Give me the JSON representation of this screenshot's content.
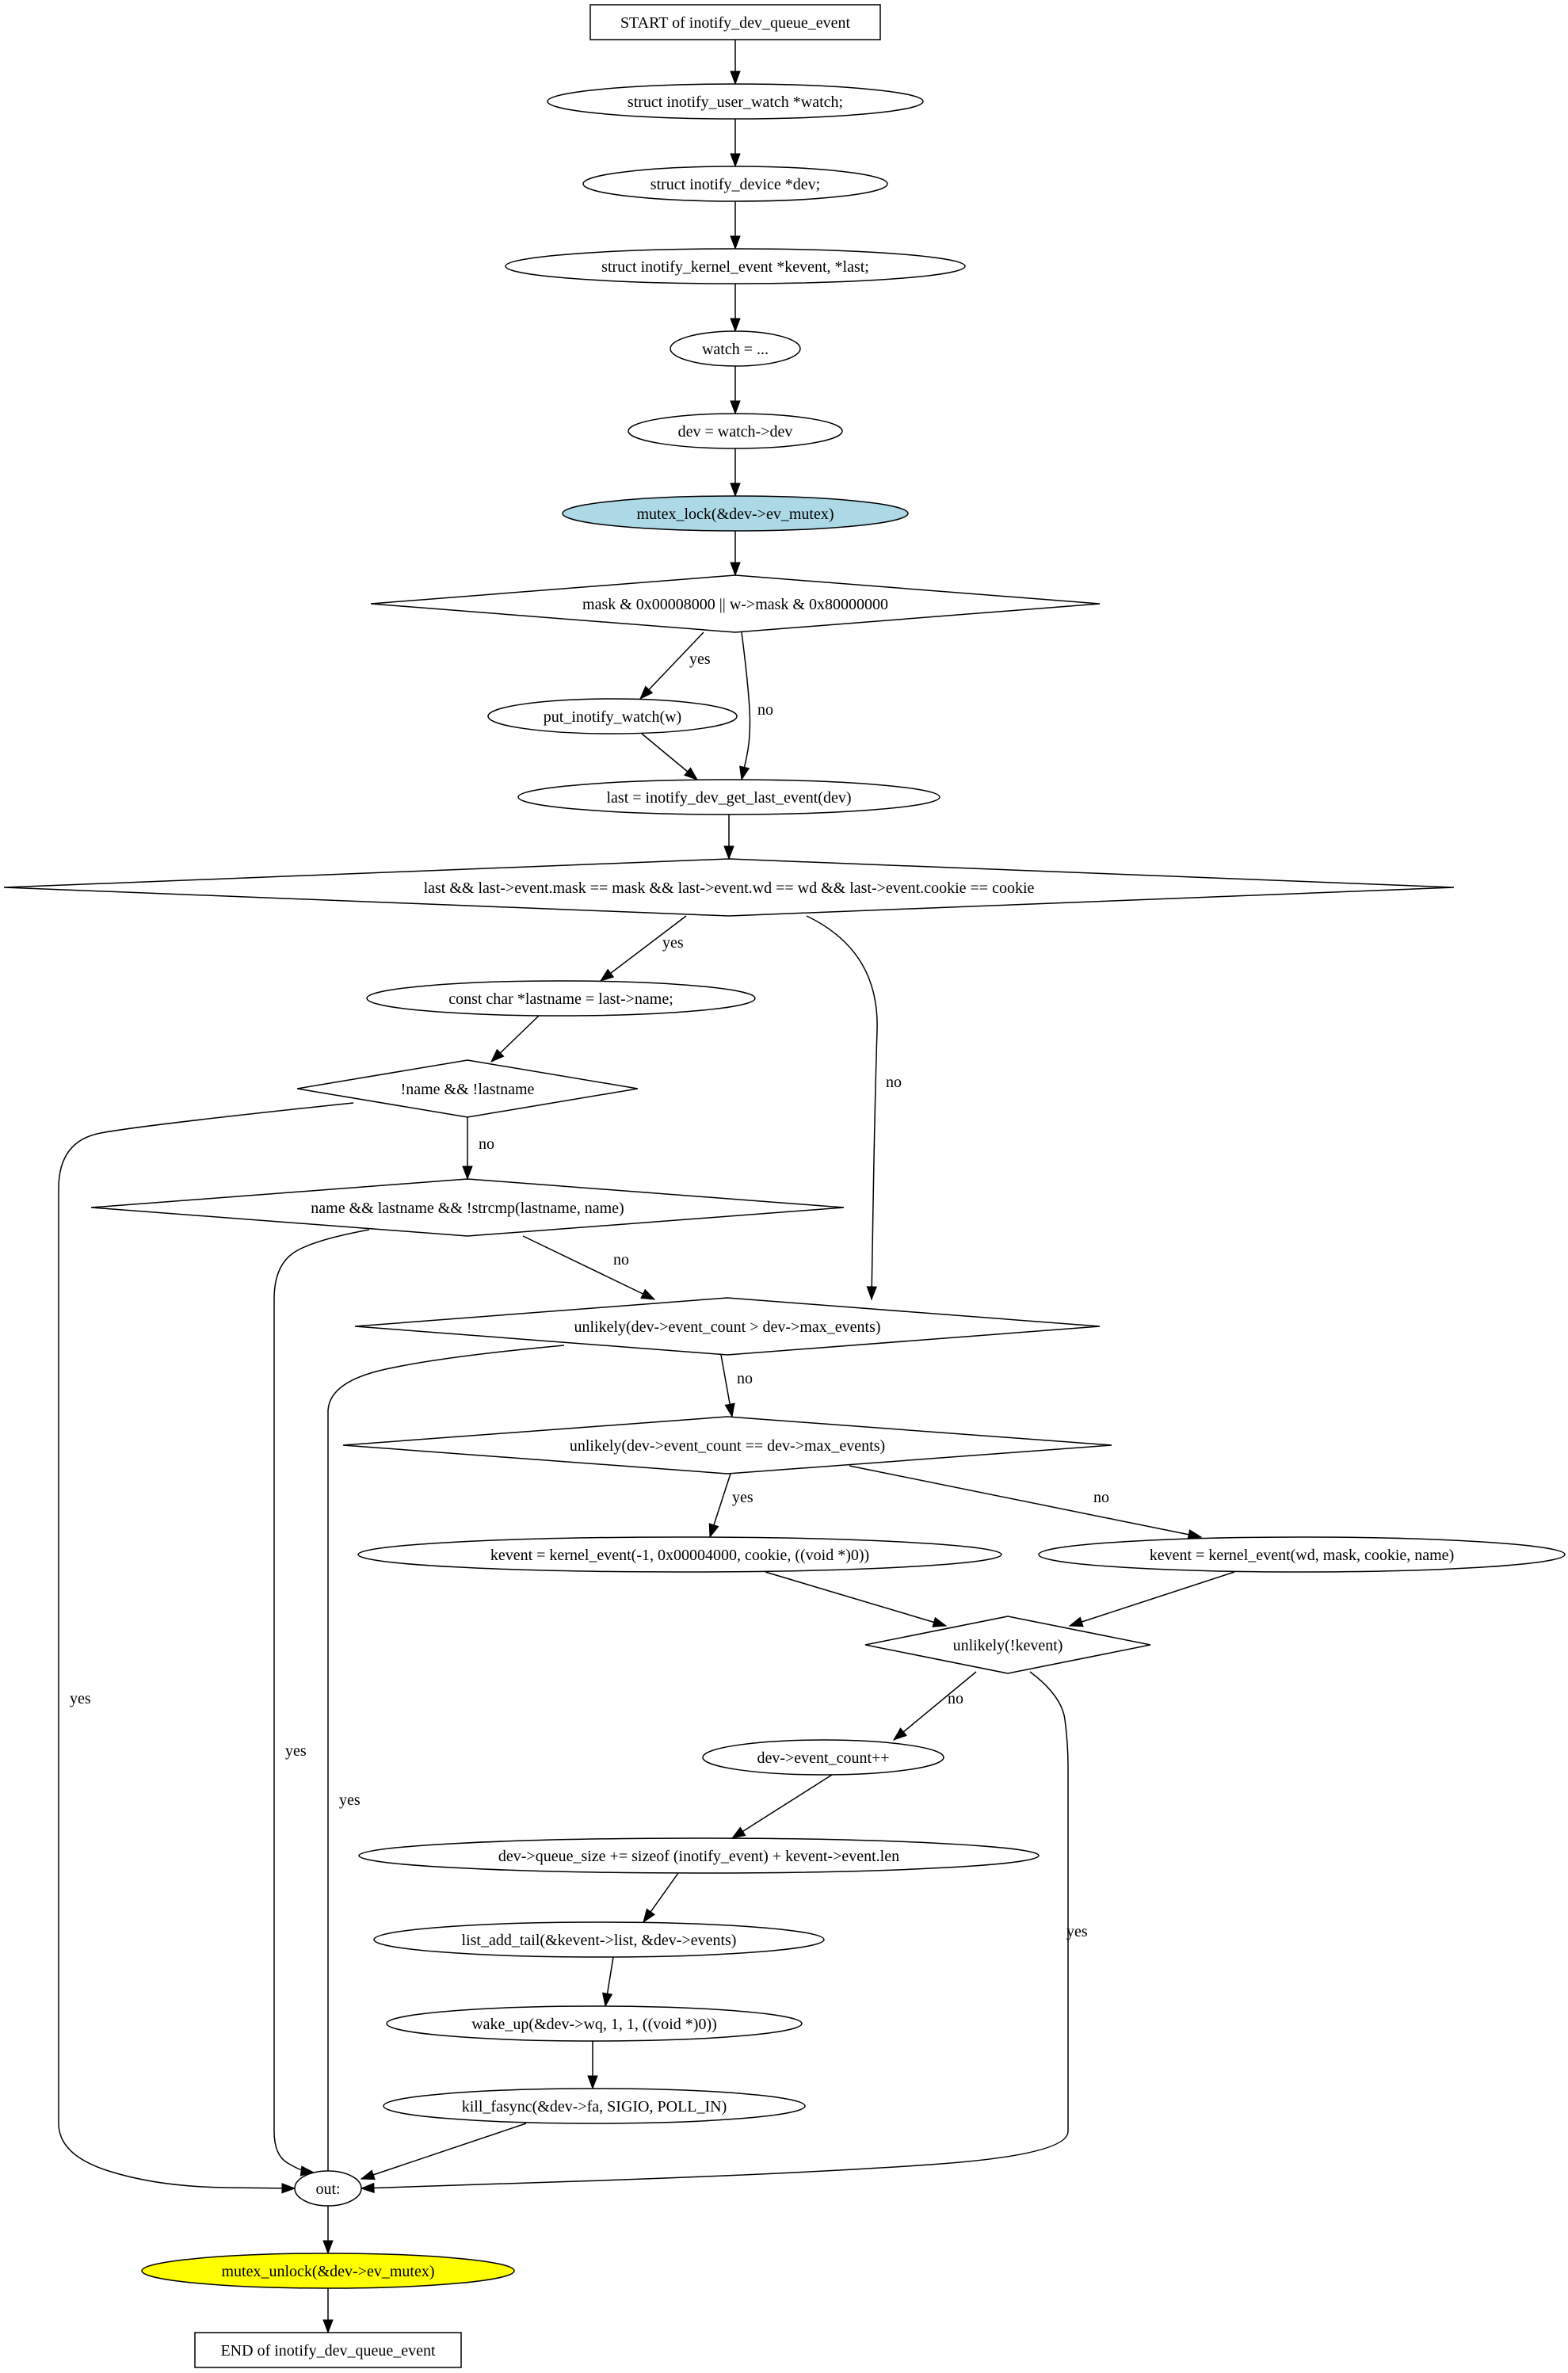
{
  "nodes": {
    "start": {
      "label": "START of inotify_dev_queue_event",
      "shape": "box"
    },
    "decl_watch": {
      "label": "struct inotify_user_watch *watch;",
      "shape": "ellipse"
    },
    "decl_dev": {
      "label": "struct inotify_device *dev;",
      "shape": "ellipse"
    },
    "decl_kevent": {
      "label": "struct inotify_kernel_event *kevent, *last;",
      "shape": "ellipse"
    },
    "assign_watch": {
      "label": "watch = ...",
      "shape": "ellipse"
    },
    "assign_dev": {
      "label": "dev = watch->dev",
      "shape": "ellipse"
    },
    "mutex_lock": {
      "label": "mutex_lock(&dev->ev_mutex)",
      "shape": "ellipse",
      "fill": "#add8e6"
    },
    "cond_mask": {
      "label": "mask & 0x00008000 || w->mask & 0x80000000",
      "shape": "diamond"
    },
    "put_watch": {
      "label": "put_inotify_watch(w)",
      "shape": "ellipse"
    },
    "get_last": {
      "label": "last = inotify_dev_get_last_event(dev)",
      "shape": "ellipse"
    },
    "cond_last": {
      "label": "last && last->event.mask == mask && last->event.wd == wd && last->event.cookie == cookie",
      "shape": "diamond"
    },
    "lastname": {
      "label": "const char *lastname = last->name;",
      "shape": "ellipse"
    },
    "cond_noname": {
      "label": "!name && !lastname",
      "shape": "diamond"
    },
    "cond_strcmp": {
      "label": "name && lastname && !strcmp(lastname, name)",
      "shape": "diamond"
    },
    "cond_gt": {
      "label": "unlikely(dev->event_count > dev->max_events)",
      "shape": "diamond"
    },
    "cond_eq": {
      "label": "unlikely(dev->event_count == dev->max_events)",
      "shape": "diamond"
    },
    "kevent_overflow": {
      "label": "kevent = kernel_event(-1, 0x00004000, cookie, ((void *)0))",
      "shape": "ellipse"
    },
    "kevent_normal": {
      "label": "kevent = kernel_event(wd, mask, cookie, name)",
      "shape": "ellipse"
    },
    "cond_kevent": {
      "label": "unlikely(!kevent)",
      "shape": "diamond"
    },
    "count_inc": {
      "label": "dev->event_count++",
      "shape": "ellipse"
    },
    "queue_size": {
      "label": "dev->queue_size += sizeof (inotify_event) + kevent->event.len",
      "shape": "ellipse"
    },
    "list_add": {
      "label": "list_add_tail(&kevent->list, &dev->events)",
      "shape": "ellipse"
    },
    "wake_up": {
      "label": "wake_up(&dev->wq, 1, 1, ((void *)0))",
      "shape": "ellipse"
    },
    "kill_fasync": {
      "label": "kill_fasync(&dev->fa, SIGIO, POLL_IN)",
      "shape": "ellipse"
    },
    "out": {
      "label": "out:",
      "shape": "ellipse"
    },
    "mutex_unlock": {
      "label": "mutex_unlock(&dev->ev_mutex)",
      "shape": "ellipse",
      "fill": "#ffff00"
    },
    "end": {
      "label": "END of inotify_dev_queue_event",
      "shape": "box"
    }
  },
  "edges": [
    {
      "from": "start",
      "to": "decl_watch",
      "label": ""
    },
    {
      "from": "decl_watch",
      "to": "decl_dev",
      "label": ""
    },
    {
      "from": "decl_dev",
      "to": "decl_kevent",
      "label": ""
    },
    {
      "from": "decl_kevent",
      "to": "assign_watch",
      "label": ""
    },
    {
      "from": "assign_watch",
      "to": "assign_dev",
      "label": ""
    },
    {
      "from": "assign_dev",
      "to": "mutex_lock",
      "label": ""
    },
    {
      "from": "mutex_lock",
      "to": "cond_mask",
      "label": ""
    },
    {
      "from": "cond_mask",
      "to": "put_watch",
      "label": "yes"
    },
    {
      "from": "cond_mask",
      "to": "get_last",
      "label": "no"
    },
    {
      "from": "put_watch",
      "to": "get_last",
      "label": ""
    },
    {
      "from": "get_last",
      "to": "cond_last",
      "label": ""
    },
    {
      "from": "cond_last",
      "to": "lastname",
      "label": "yes"
    },
    {
      "from": "cond_last",
      "to": "cond_gt",
      "label": "no"
    },
    {
      "from": "lastname",
      "to": "cond_noname",
      "label": ""
    },
    {
      "from": "cond_noname",
      "to": "out",
      "label": "yes"
    },
    {
      "from": "cond_noname",
      "to": "cond_strcmp",
      "label": "no"
    },
    {
      "from": "cond_strcmp",
      "to": "out",
      "label": "yes"
    },
    {
      "from": "cond_strcmp",
      "to": "cond_gt",
      "label": "no"
    },
    {
      "from": "cond_gt",
      "to": "out",
      "label": "yes"
    },
    {
      "from": "cond_gt",
      "to": "cond_eq",
      "label": "no"
    },
    {
      "from": "cond_eq",
      "to": "kevent_overflow",
      "label": "yes"
    },
    {
      "from": "cond_eq",
      "to": "kevent_normal",
      "label": "no"
    },
    {
      "from": "kevent_overflow",
      "to": "cond_kevent",
      "label": ""
    },
    {
      "from": "kevent_normal",
      "to": "cond_kevent",
      "label": ""
    },
    {
      "from": "cond_kevent",
      "to": "count_inc",
      "label": "no"
    },
    {
      "from": "cond_kevent",
      "to": "out",
      "label": "yes"
    },
    {
      "from": "count_inc",
      "to": "queue_size",
      "label": ""
    },
    {
      "from": "queue_size",
      "to": "list_add",
      "label": ""
    },
    {
      "from": "list_add",
      "to": "wake_up",
      "label": ""
    },
    {
      "from": "wake_up",
      "to": "kill_fasync",
      "label": ""
    },
    {
      "from": "kill_fasync",
      "to": "out",
      "label": ""
    },
    {
      "from": "out",
      "to": "mutex_unlock",
      "label": ""
    },
    {
      "from": "mutex_unlock",
      "to": "end",
      "label": ""
    }
  ]
}
